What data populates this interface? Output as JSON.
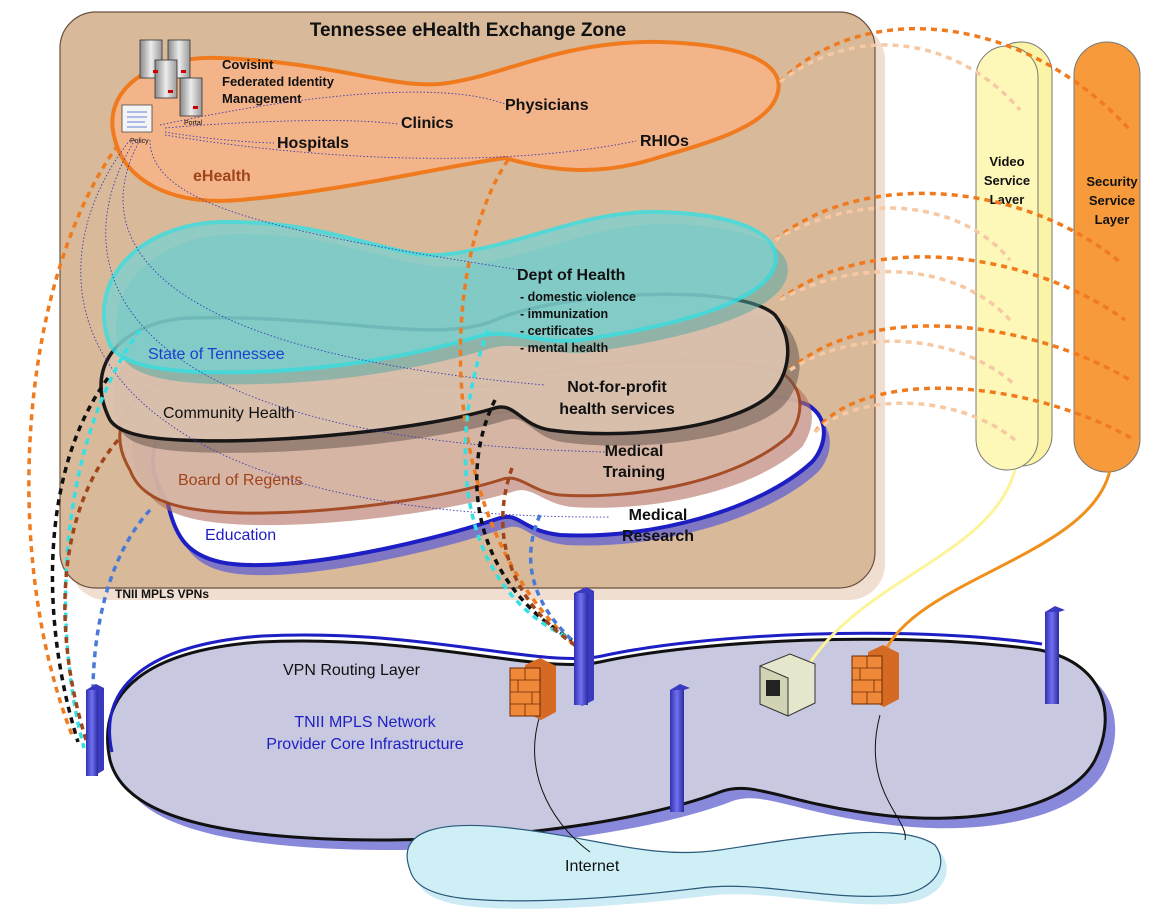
{
  "zone": {
    "title": "Tennessee eHealth Exchange Zone",
    "vpn_caption": "TNII MPLS VPNs"
  },
  "ehealth": {
    "name": "eHealth",
    "identity": [
      "Covisint",
      "Federated Identity",
      "Management"
    ],
    "portal": "Portal",
    "policy": "Policy",
    "physicians": "Physicians",
    "clinics": "Clinics",
    "hospitals": "Hospitals",
    "rhios": "RHIOs"
  },
  "state": {
    "name": "State of Tennessee",
    "dept": "Dept of Health",
    "items": [
      "- domestic violence",
      "- immunization",
      "- certificates",
      "- mental health"
    ]
  },
  "community": {
    "name": "Community Health",
    "label": [
      "Not-for-profit",
      "health services"
    ]
  },
  "regents": {
    "name": "Board of Regents",
    "label": [
      "Medical",
      "Training"
    ]
  },
  "education": {
    "name": "Education",
    "label": [
      "Medical",
      "Research"
    ]
  },
  "video_layer": [
    "Video",
    "Service",
    "Layer"
  ],
  "security_layer": [
    "Security",
    "Service",
    "Layer"
  ],
  "core": {
    "routing": "VPN Routing Layer",
    "network": [
      "TNII MPLS Network",
      "Provider Core Infrastructure"
    ]
  },
  "internet": "Internet",
  "colors": {
    "zone_fill": "#d8b99a",
    "ehealth": "#f07a1e",
    "state": "#35e0e4",
    "community": "#111111",
    "regents": "#a0441a",
    "education": "#1d1fc4",
    "core_fill": "#c8c8e0",
    "video": "#fdf8a8",
    "security": "#f79a3c",
    "post": "#5a5ad8",
    "internet": "#cfeff6"
  }
}
